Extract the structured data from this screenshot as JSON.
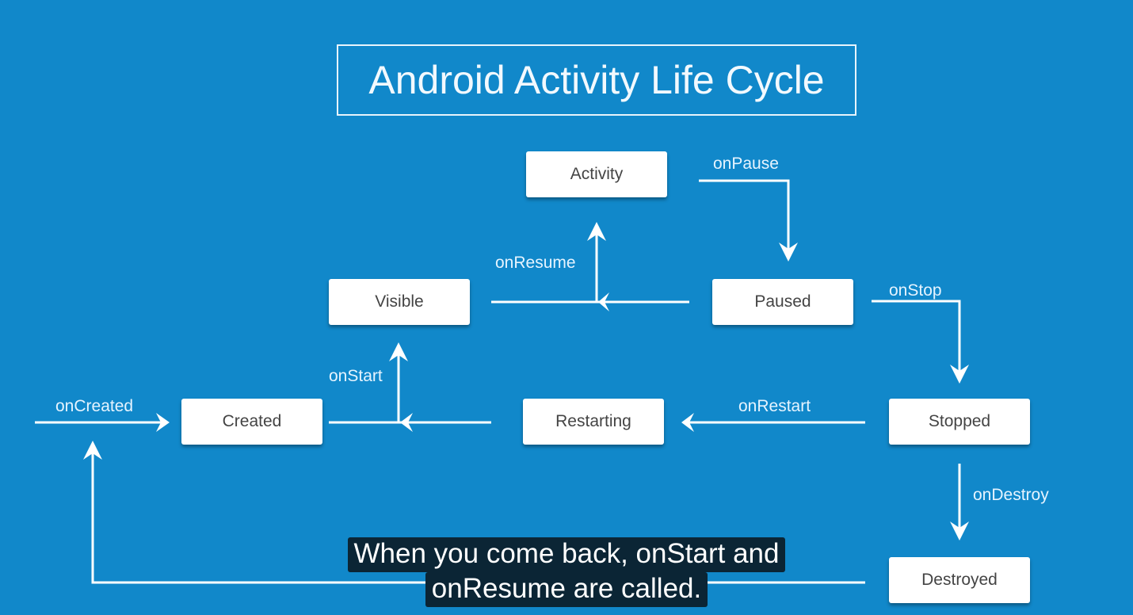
{
  "title": "Android Activity Life Cycle",
  "states": {
    "activity": "Activity",
    "visible": "Visible",
    "paused": "Paused",
    "created": "Created",
    "restarting": "Restarting",
    "stopped": "Stopped",
    "destroyed": "Destroyed"
  },
  "transitions": {
    "on_pause": "onPause",
    "on_resume": "onResume",
    "on_stop": "onStop",
    "on_start": "onStart",
    "on_created": "onCreated",
    "on_restart": "onRestart",
    "on_destroy": "onDestroy"
  },
  "subtitle": {
    "line1": "When you come back, onStart and",
    "line2": "onResume are called."
  },
  "colors": {
    "background": "#1188ca",
    "box": "#ffffff",
    "caption_bg": "#0b2535"
  }
}
